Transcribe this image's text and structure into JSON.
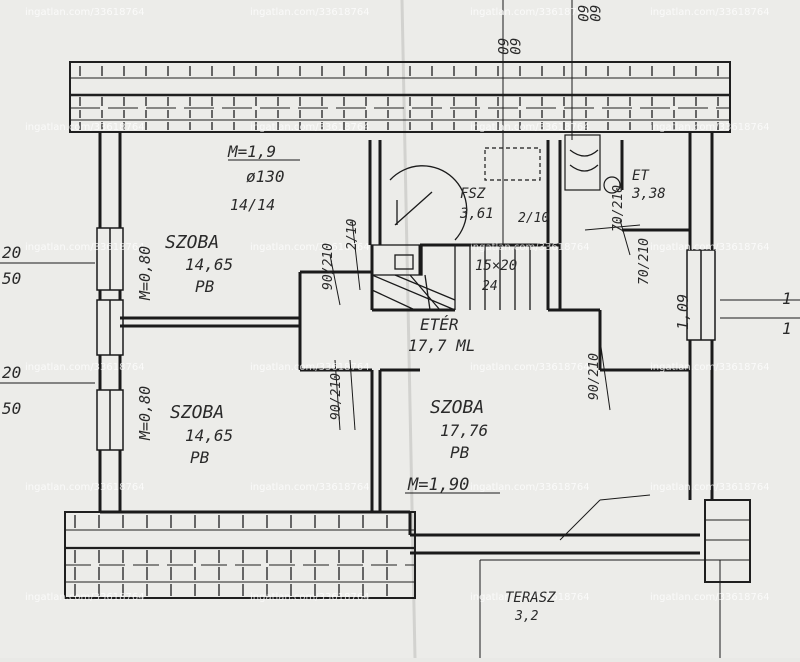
{
  "rooms": [
    {
      "name": "SZOBA",
      "area": "14,65",
      "floor": "PB"
    },
    {
      "name": "SZOBA",
      "area": "14,65",
      "floor": "PB"
    },
    {
      "name": "SZOBA",
      "area": "17,76",
      "floor": "PB"
    },
    {
      "name": "ETÉR",
      "area": "17,7 ML"
    },
    {
      "name": "FSZ",
      "area": "3,61"
    },
    {
      "name": "ET",
      "area": "3,38"
    },
    {
      "name": "TERASZ",
      "area": "3,2"
    }
  ],
  "annotations": {
    "m_top": "M=1,9",
    "pipe": "ø130",
    "ratio": "14/14",
    "m_bottom": "M=1,90",
    "stairs": "15×20",
    "stairs_count": "24"
  },
  "dimensions": [
    "M=0,80",
    "M=0,80",
    "1,09",
    "90/210",
    "90/210",
    "90/210",
    "70/210",
    "70/210",
    "2/10",
    "2/10",
    "60",
    "60",
    "60",
    "60",
    "20",
    "50",
    "20",
    "50",
    "1",
    "1"
  ],
  "watermark": "ingatlan.com/33618764"
}
